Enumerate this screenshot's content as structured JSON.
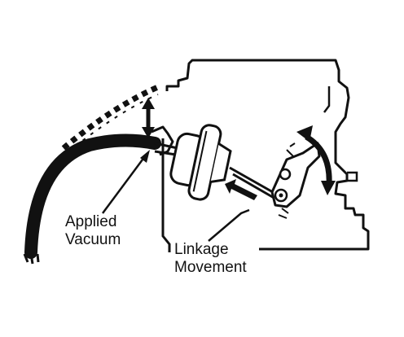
{
  "labels": {
    "applied_vacuum": [
      "Applied",
      "Vacuum"
    ],
    "linkage_movement": [
      "Linkage",
      "Movement"
    ]
  },
  "colors": {
    "ink": "#111111",
    "background": "#ffffff"
  }
}
